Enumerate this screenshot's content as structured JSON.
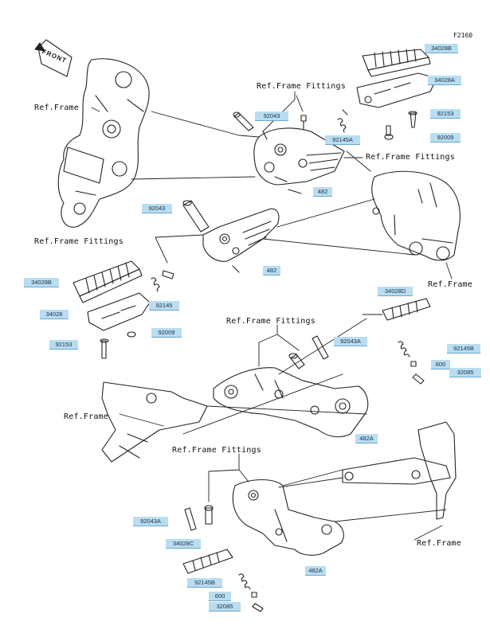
{
  "figure_code": "F2160",
  "front_label": "FRONT",
  "refs": {
    "frame": "Ref.Frame",
    "frame_fittings": "Ref.Frame Fittings"
  },
  "parts": {
    "p34028B_top": "34028B",
    "p34028A_top": "34028A",
    "p92043_top": "92043",
    "p92153_top": "92153",
    "p92145A": "92145A",
    "p92009_top": "92009",
    "p482_top": "482",
    "p92043_mid": "92043",
    "p482_mid": "482",
    "p34028B_left": "34028B",
    "p34028_left": "34028",
    "p92145": "92145",
    "p92009_left": "92009",
    "p92153_left": "92153",
    "p34028D": "34028D",
    "p92043A_mid": "92043A",
    "p92145B_right": "92145B",
    "p600_right": "600",
    "p32085_right": "32085",
    "p482A_mid": "482A",
    "p92043A_bot": "92043A",
    "p34028C": "34028C",
    "p482A_bot": "482A",
    "p92145B_bot": "92145B",
    "p600_bot": "600",
    "p32085_bot": "32085"
  }
}
